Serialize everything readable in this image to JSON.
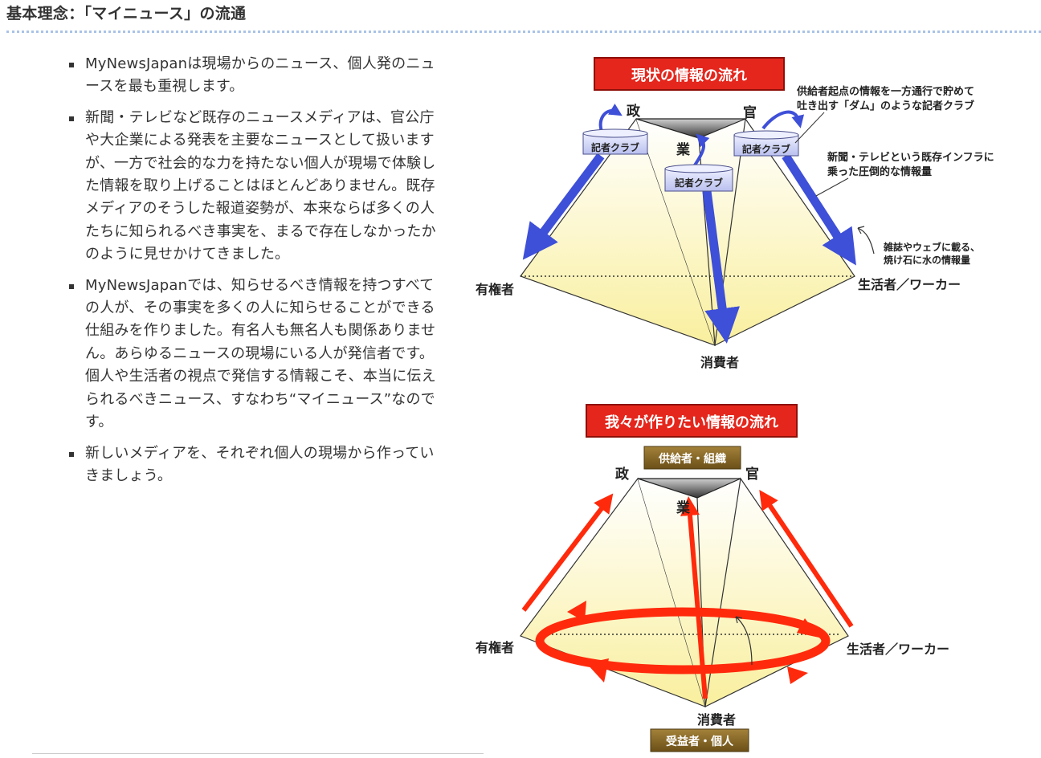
{
  "section": {
    "title": "基本理念：「マイニュース」の流通"
  },
  "bullets": [
    "MyNewsJapanは現場からのニュース、個人発のニュースを最も重視します。",
    "新聞・テレビなど既存のニュースメディアは、官公庁や大企業による発表を主要なニュースとして扱いますが、一方で社会的な力を持たない個人が現場で体験した情報を取り上げることはほとんどありません。既存メディアのそうした報道姿勢が、本来ならば多くの人たちに知られるべき事実を、まるで存在しなかったかのように見せかけてきました。",
    "MyNewsJapanでは、知らせるべき情報を持つすべての人が、その事実を多くの人に知らせることができる仕組みを作りました。有名人も無名人も関係ありません。あらゆるニュースの現場にいる人が発信者です。個人や生活者の視点で発信する情報こそ、本当に伝えられるべきニュース、すなわち“マイニュース”なのです。",
    "新しいメディアを、それぞれ個人の現場から作っていきましょう。"
  ],
  "diagram_current": {
    "title": "現状の情報の流れ",
    "top_left": "政",
    "top_right": "官",
    "top_center": "業",
    "club_label": "記者クラブ",
    "note1_line1": "供給者起点の情報を一方通行で貯めて",
    "note1_line2": "吐き出す「ダム」のような記者クラブ",
    "note2_line1": "新聞・テレビという既存インフラに",
    "note2_line2": "乗った圧倒的な情報量",
    "note3_line1": "雑誌やウェブに載る、",
    "note3_line2": "焼け石に水の情報量",
    "left": "有権者",
    "right": "生活者／ワーカー",
    "bottom": "消費者"
  },
  "diagram_ideal": {
    "title": "我々が作りたい情報の流れ",
    "supplier_badge": "供給者・組織",
    "top_left": "政",
    "top_right": "官",
    "top_center": "業",
    "left": "有権者",
    "right": "生活者／ワーカー",
    "bottom": "消費者",
    "beneficiary_badge": "受益者・個人"
  },
  "colors": {
    "title_banner": "#e4261c",
    "blue_arrow": "#3e4fd8",
    "red_arrow": "#ff2a0c",
    "pyramid_fill": "#fdf7c6",
    "badge_brown": "#8a6a24",
    "dot_rule": "#a9c3e6"
  }
}
